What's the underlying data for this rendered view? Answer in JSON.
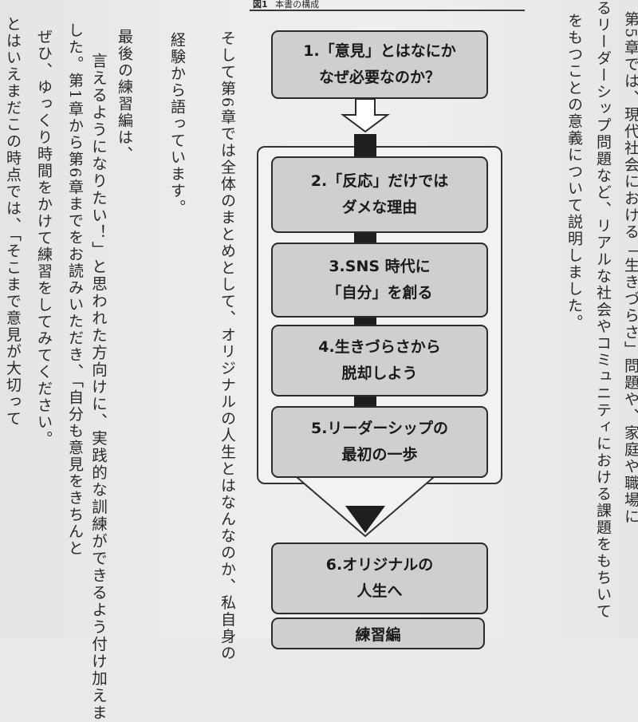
{
  "figure": {
    "label": "図1",
    "title": "本書の構成",
    "steps": [
      {
        "line1": "1.「意見」とはなにか",
        "line2": "なぜ必要なのか？"
      },
      {
        "line1": "2.「反応」だけでは",
        "line2": "ダメな理由"
      },
      {
        "line1": "3.SNS 時代に",
        "line2": "「自分」を創る"
      },
      {
        "line1": "4.生きづらさから",
        "line2": "脱却しよう"
      },
      {
        "line1": "5.リーダーシップの",
        "line2": "最初の一歩"
      },
      {
        "line1": "6.オリジナルの",
        "line2": "人生へ"
      },
      {
        "line1": "練習編",
        "line2": ""
      }
    ]
  },
  "left_text": {
    "columns": [
      "とはいえまだこの時点では、「そこまで意見が大切って",
      "ぜひ、ゆっくり時間をかけて練習をしてみてください。",
      "した。第1章から第6章までをお読みいただき、「自分も意見をきちんと",
      "言えるようになりたい！」と思われた方向けに、実践的な訓練ができるよう付け加えま",
      "最後の練習編は、",
      "経験から語っています。",
      "そして第6章では全体のまとめとして、オリジナルの人生とはなんなのか、私自身の"
    ]
  },
  "right_text": {
    "columns": [
      "るリーダーシップ問題など、リアルな社会やコミュニティにおける課題をもちいて",
      "をもつことの意義について説明しました。",
      "第5章では、現代社会における「生きづらさ」問題や、家庭や職場に"
    ]
  }
}
